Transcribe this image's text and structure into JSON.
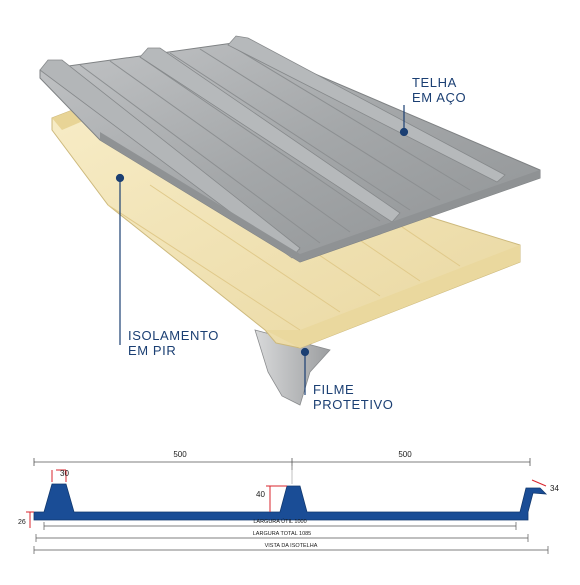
{
  "labels": {
    "steel": [
      "TELHA",
      "EM AÇO"
    ],
    "insulation": [
      "ISOLAMENTO",
      "EM PIR"
    ],
    "film": [
      "FILME",
      "PROTETIVO"
    ]
  },
  "dimensions": {
    "span_left": "500",
    "span_right": "500",
    "rib_top": "30",
    "rib_height": "40",
    "lap": "34",
    "thickness": "26",
    "useful_width": "LARGURA ÚTIL 1000",
    "total_width": "LARGURA TOTAL 1085",
    "view": "VISTA DA ISOTELHA"
  },
  "colors": {
    "profile": "#1a4d96",
    "accent_red": "#d9262e",
    "label": "#1b3f73",
    "steel": "#a9acae",
    "foam": "#f1e3b4"
  }
}
